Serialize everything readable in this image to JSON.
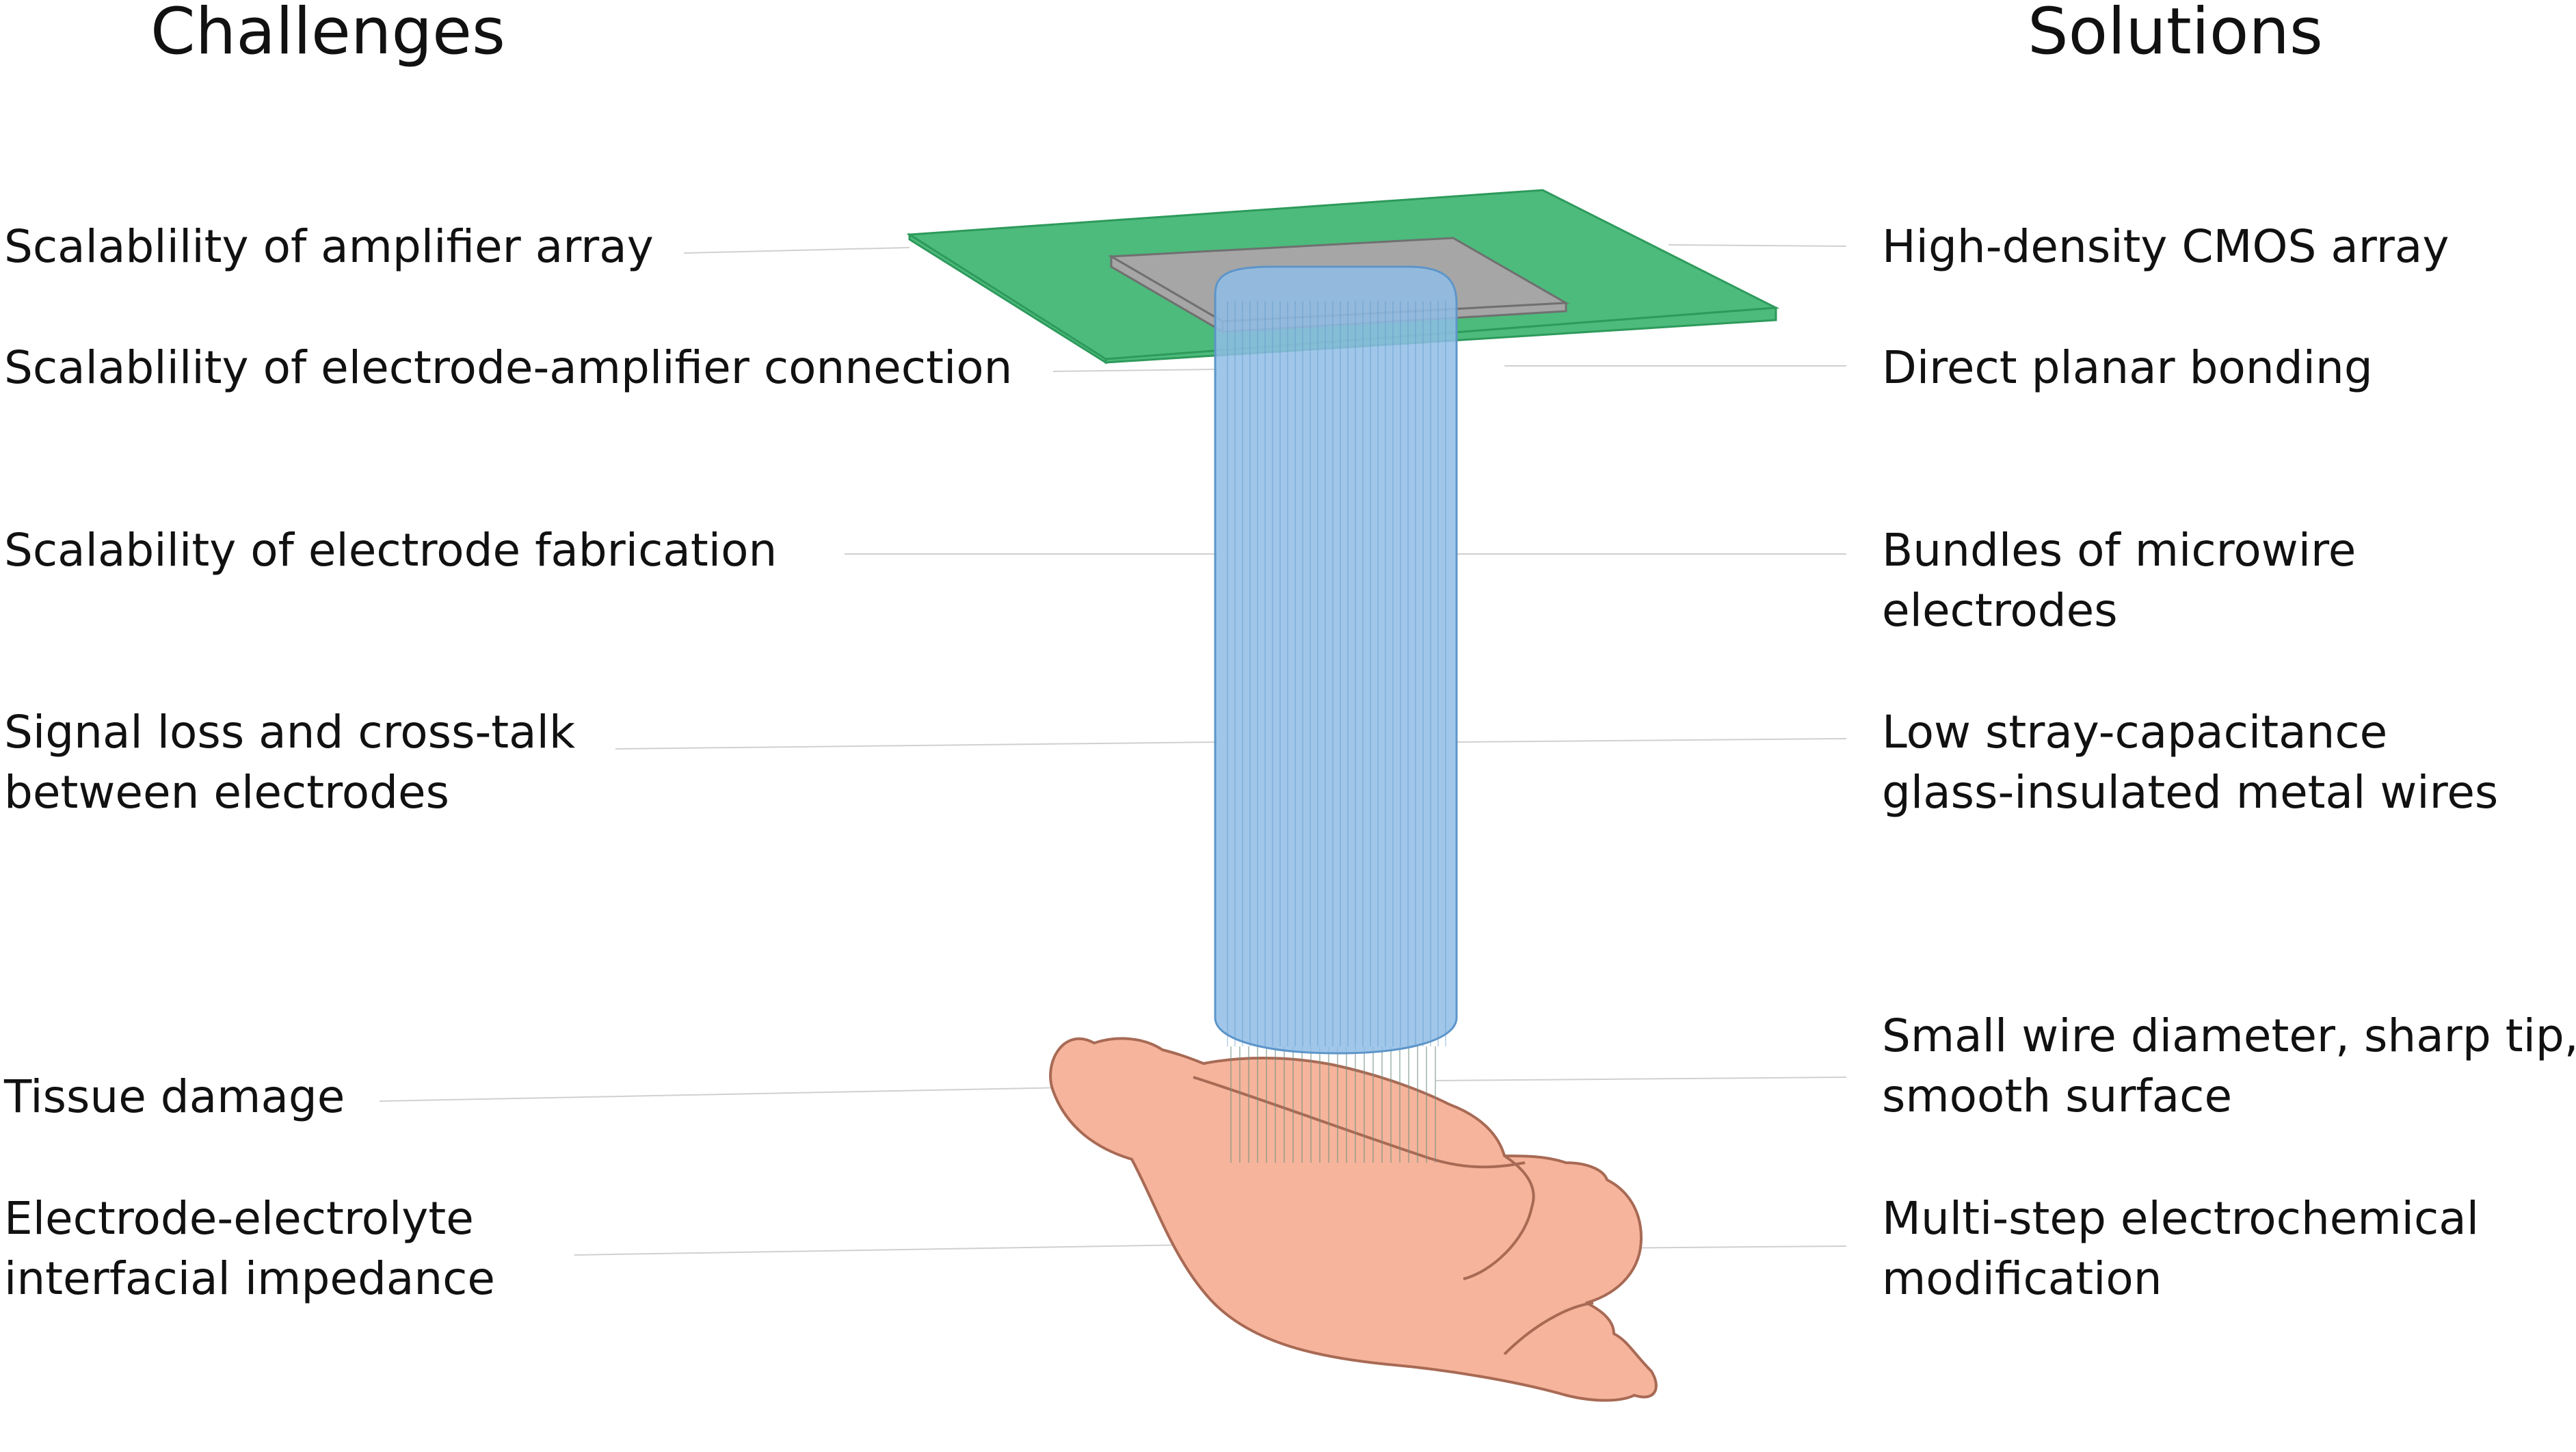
{
  "headings": {
    "left": "Challenges",
    "right": "Solutions"
  },
  "challenges": [
    {
      "lines": [
        "Scalablility of amplifier array"
      ]
    },
    {
      "lines": [
        "Scalablility of electrode-amplifier connection"
      ]
    },
    {
      "lines": [
        "Scalability of electrode fabrication"
      ]
    },
    {
      "lines": [
        "Signal loss and cross-talk",
        "between electrodes"
      ]
    },
    {
      "lines": [
        "Tissue damage"
      ]
    },
    {
      "lines": [
        "Electrode-electrolyte",
        "interfacial impedance"
      ]
    }
  ],
  "solutions": [
    {
      "lines": [
        "High-density CMOS array"
      ]
    },
    {
      "lines": [
        "Direct planar bonding"
      ]
    },
    {
      "lines": [
        "Bundles of microwire",
        "electrodes"
      ]
    },
    {
      "lines": [
        "Low stray-capacitance",
        "glass-insulated metal wires"
      ]
    },
    {
      "lines": [
        "Small wire diameter, sharp tip,",
        "smooth surface"
      ]
    },
    {
      "lines": [
        "Multi-step electrochemical",
        "modification"
      ]
    }
  ],
  "colors": {
    "board": "#4cbb7c",
    "board_edge": "#2e9a5c",
    "chip": "#a6a6a6",
    "chip_edge": "#707070",
    "bundle": "#8fbde6",
    "bundle_edge": "#5d95c9",
    "brain": "#f5b49b",
    "brain_edge": "#a86a55",
    "leader": "#d0d0d0",
    "text": "#111111"
  },
  "icons": {
    "board": "green-pcb-board",
    "chip": "cmos-chip",
    "bundle": "microwire-bundle",
    "brain": "mouse-brain"
  }
}
